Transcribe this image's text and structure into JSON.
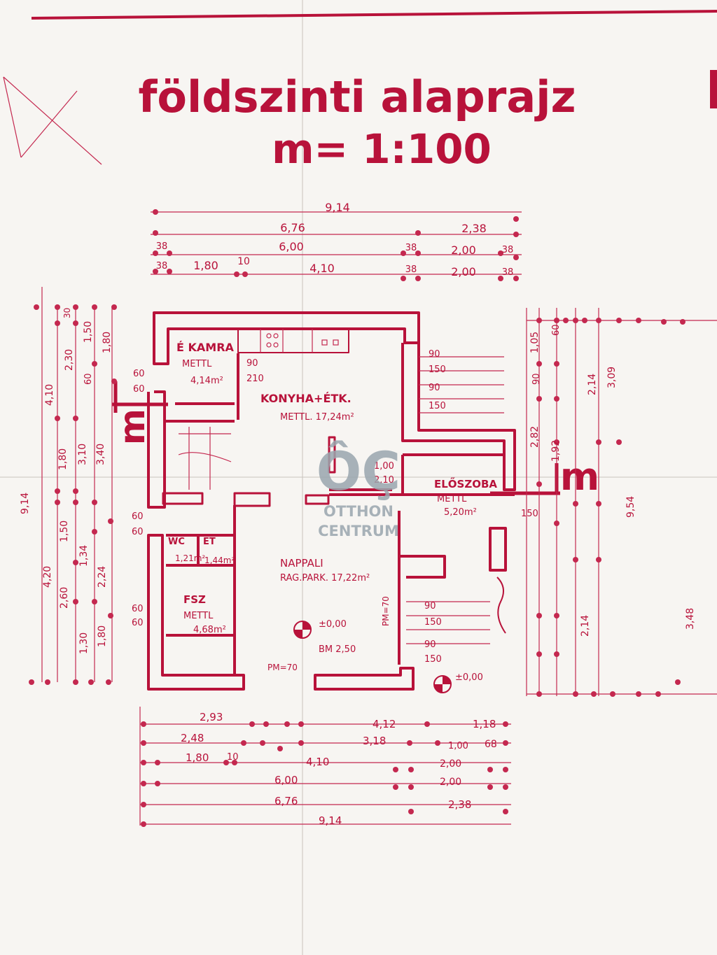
{
  "title": "földszinti alaprajz",
  "scale": "m= 1:100",
  "accent_color": "#b8123a",
  "watermark": {
    "mark": "ÔÇ",
    "line1": "OTTHON",
    "line2": "CENTRUM",
    "color": "#9aa6ae"
  },
  "rooms": {
    "kamra": {
      "name": "É KAMRA",
      "floor": "METTL",
      "area": "4,14m²"
    },
    "konyha": {
      "name": "KONYHA+ÉTK.",
      "floor": "METTL. 17,24m²"
    },
    "eloszoba": {
      "name": "ELŐSZOBA",
      "floor": "METTL",
      "area": "5,20m²"
    },
    "wc": {
      "name": "WC",
      "area": "1,21m²"
    },
    "et": {
      "name": "ET",
      "area": "1,44m²"
    },
    "fsz": {
      "name": "FSZ",
      "floor": "METTL",
      "area": "4,68m²"
    },
    "nappali": {
      "name": "NAPPALI",
      "floor": "RAG.PARK. 17,22m²"
    }
  },
  "level_marks": {
    "inner": "±0,00",
    "inner_height": "BM 2,50",
    "outer": "±0,00"
  },
  "compass": "m",
  "dims": {
    "top": {
      "total": "9,14",
      "a": "6,76",
      "b": "2,38",
      "c": "6,00",
      "d": "2,00",
      "e": "1,80",
      "f": "10",
      "g": "4,10",
      "h": "2,00",
      "w": "38"
    },
    "left": {
      "a": "30",
      "b": "2,30",
      "c": "1,50",
      "d": "1,80",
      "e": "60",
      "f": "4,10",
      "g": "3,10",
      "h": "3,40",
      "i": "1,80",
      "j": "9,14",
      "k": "1,50",
      "l": "1,34",
      "m": "2,24",
      "n": "4,20",
      "o": "2,60",
      "p": "1,30",
      "q": "1,80"
    },
    "interior": {
      "d90": "90",
      "d210": "210",
      "d100": "1,00",
      "d210b": "2,10",
      "d150": "150",
      "d60": "60",
      "pm70": "PM=70",
      "pm70b": "PM=70"
    },
    "right": {
      "a": "1,05",
      "b": "60",
      "c": "90",
      "d": "2,14",
      "e": "3,09",
      "f": "2,82",
      "g": "1,92",
      "h": "9,54",
      "i": "3,48",
      "j": "2,14"
    },
    "bottom": {
      "a": "2,93",
      "b": "2,48",
      "c": "1,80",
      "d": "10",
      "e": "4,12",
      "f": "3,18",
      "g": "1,18",
      "h": "4,10",
      "i": "6,00",
      "j": "6,76",
      "k": "9,14",
      "l": "1,00",
      "m": "2,00",
      "n": "2,00",
      "o": "2,38",
      "p": "68"
    }
  }
}
